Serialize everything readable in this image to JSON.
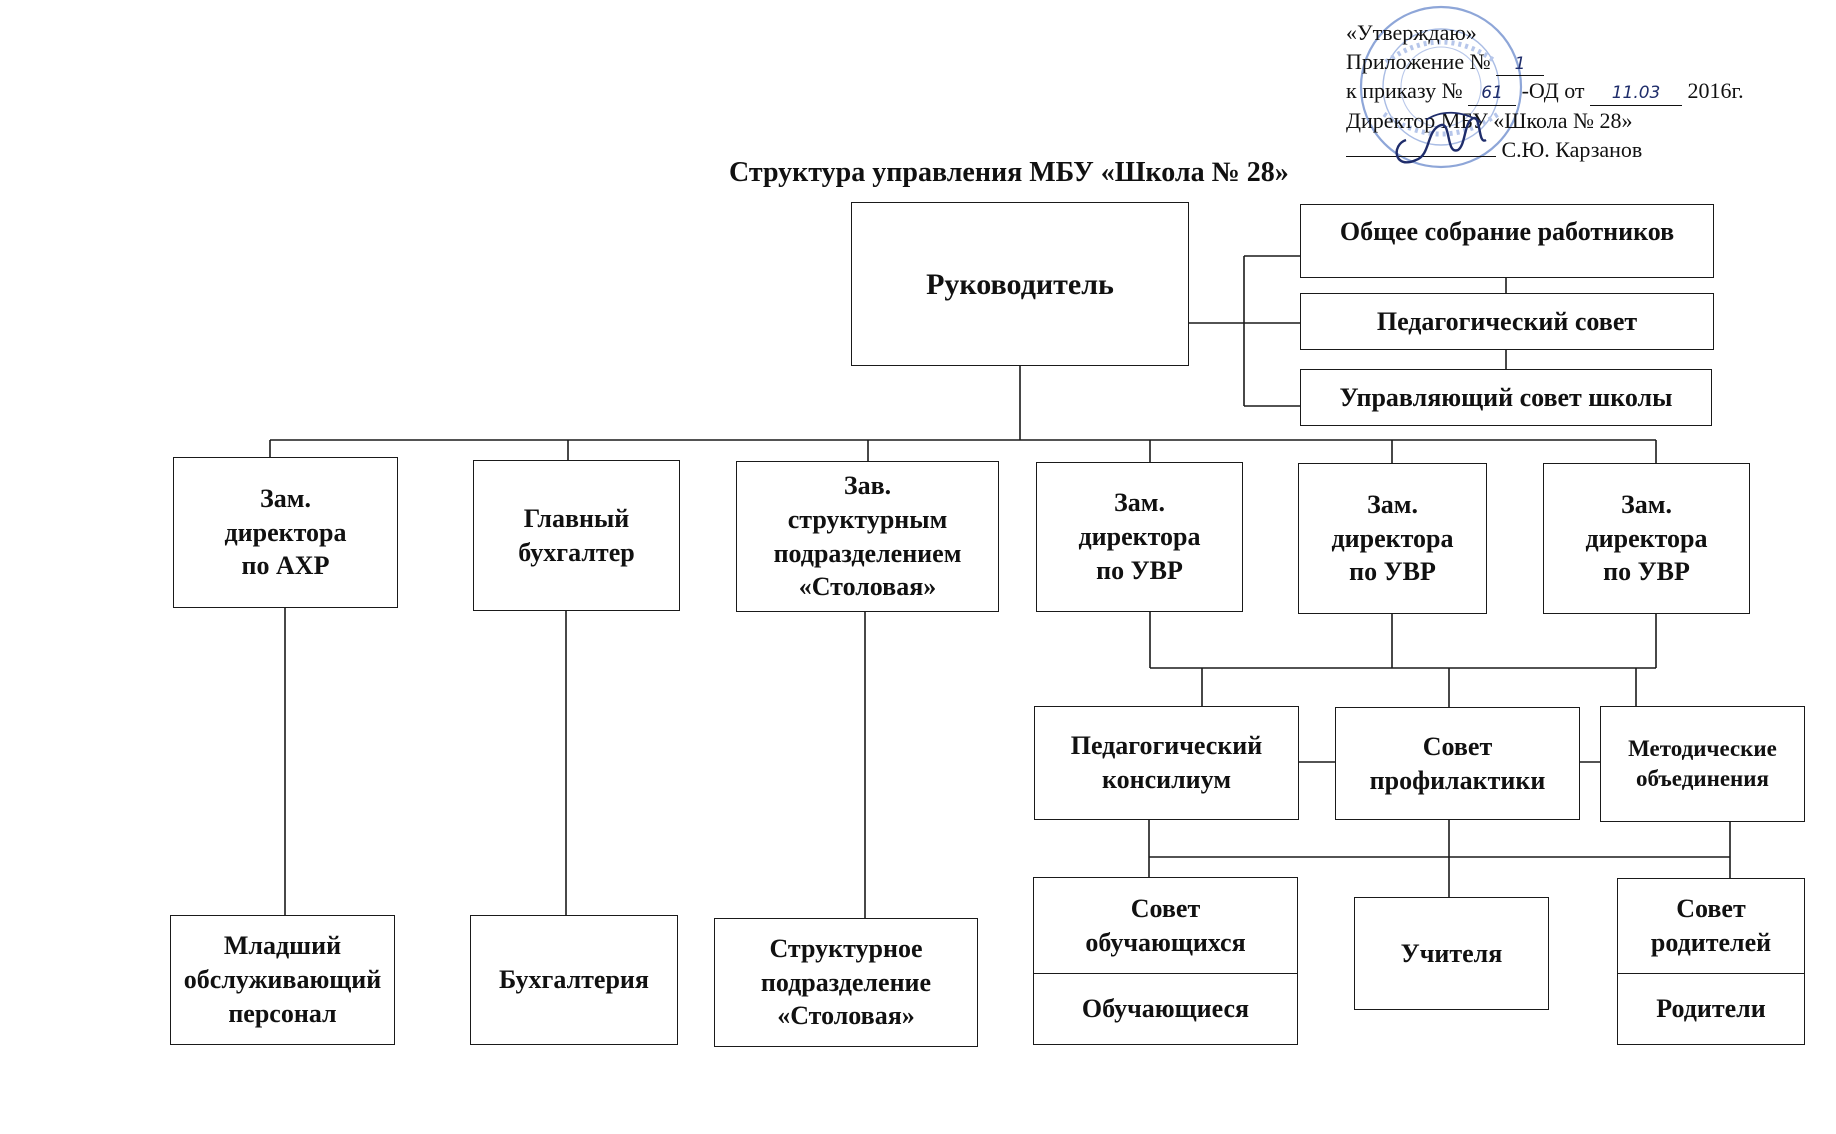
{
  "approval": {
    "line1": "«Утверждаю»",
    "line2_prefix": "Приложение №",
    "line2_hw": "1",
    "line3_prefix": " к приказу №",
    "line3_hw": "61",
    "line3_mid": "-ОД от",
    "line3_date": "11.03",
    "line3_suffix": "2016г.",
    "line4": "Директор МБУ «Школа № 28»",
    "line5": "С.Ю. Карзанов"
  },
  "title": "Структура управления МБУ «Школа № 28»",
  "boxes": {
    "head": "Руководитель",
    "general_meeting": "Общее собрание работников",
    "ped_council": "Педагогический совет",
    "governing_council": "Управляющий совет школы",
    "deputy_ahr": "Зам.\nдиректора\nпо АХР",
    "chief_accountant": "Главный\nбухгалтер",
    "canteen_head": "Зав.\nструктурным\nподразделением\n«Столовая»",
    "deputy_uvr_1": "Зам.\nдиректора\nпо УВР",
    "deputy_uvr_2": "Зам.\nдиректора\nпо УВР",
    "deputy_uvr_3": "Зам.\nдиректора\nпо УВР",
    "ped_consilium": "Педагогический\nконсилиум",
    "prevention_council": "Совет\nпрофилактики",
    "method_assoc": "Методические\nобъединения",
    "junior_staff": "Младший\nобслуживающий\nперсонал",
    "accounting": "Бухгалтерия",
    "canteen_unit": "Структурное\nподразделение\n«Столовая»",
    "student_council": "Совет\nобучающихся",
    "students": "Обучающиеся",
    "teachers": "Учителя",
    "parent_council": "Совет\nродителей",
    "parents": "Родители"
  }
}
